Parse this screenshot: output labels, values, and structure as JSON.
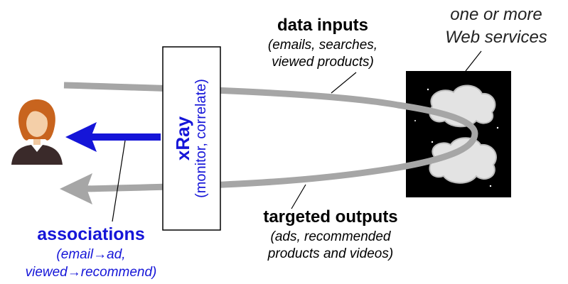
{
  "web_services_label": [
    "one or more",
    "Web services"
  ],
  "data_inputs": {
    "title": "data inputs",
    "detail": [
      "(emails, searches,",
      "viewed products)"
    ]
  },
  "xray": {
    "title": "xRay",
    "subtitle": "(monitor, correlate)"
  },
  "targeted_outputs": {
    "title": "targeted outputs",
    "detail": [
      "(ads, recommended",
      "products and videos)"
    ]
  },
  "associations": {
    "title": "associations",
    "detail": [
      "(email→ad,",
      "viewed→recommend)"
    ]
  },
  "colors": {
    "blue": "#1515d8",
    "flow_gray": "#a6a6a6",
    "services_bg": "#000000",
    "cloud": "#e3e3e3"
  },
  "icons": [
    "user-avatar-icon",
    "cloud-icon"
  ]
}
